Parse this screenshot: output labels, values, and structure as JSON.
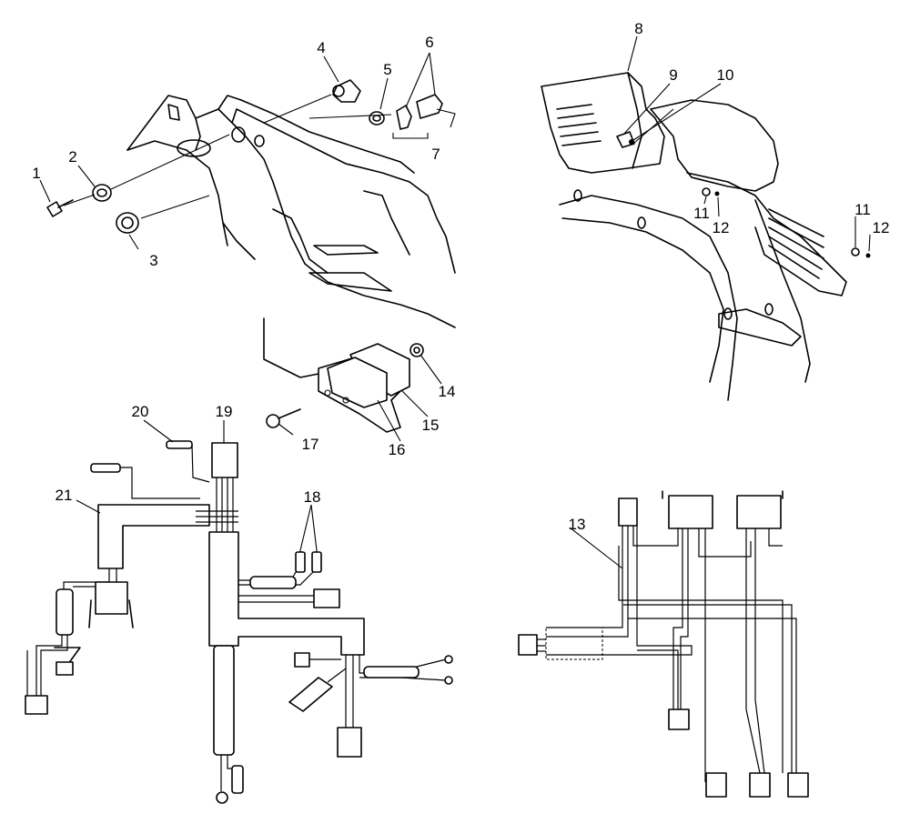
{
  "callouts": {
    "c1": "1",
    "c2": "2",
    "c3": "3",
    "c4": "4",
    "c5": "5",
    "c6": "6",
    "c7": "7",
    "c8": "8",
    "c9": "9",
    "c10": "10",
    "c11a": "11",
    "c12a": "12",
    "c11b": "11",
    "c12b": "12",
    "c13": "13",
    "c14": "14",
    "c15": "15",
    "c16": "16",
    "c17": "17",
    "c18": "18",
    "c19": "19",
    "c20": "20",
    "c21": "21"
  },
  "colors": {
    "line": "#000000",
    "background": "#ffffff"
  }
}
